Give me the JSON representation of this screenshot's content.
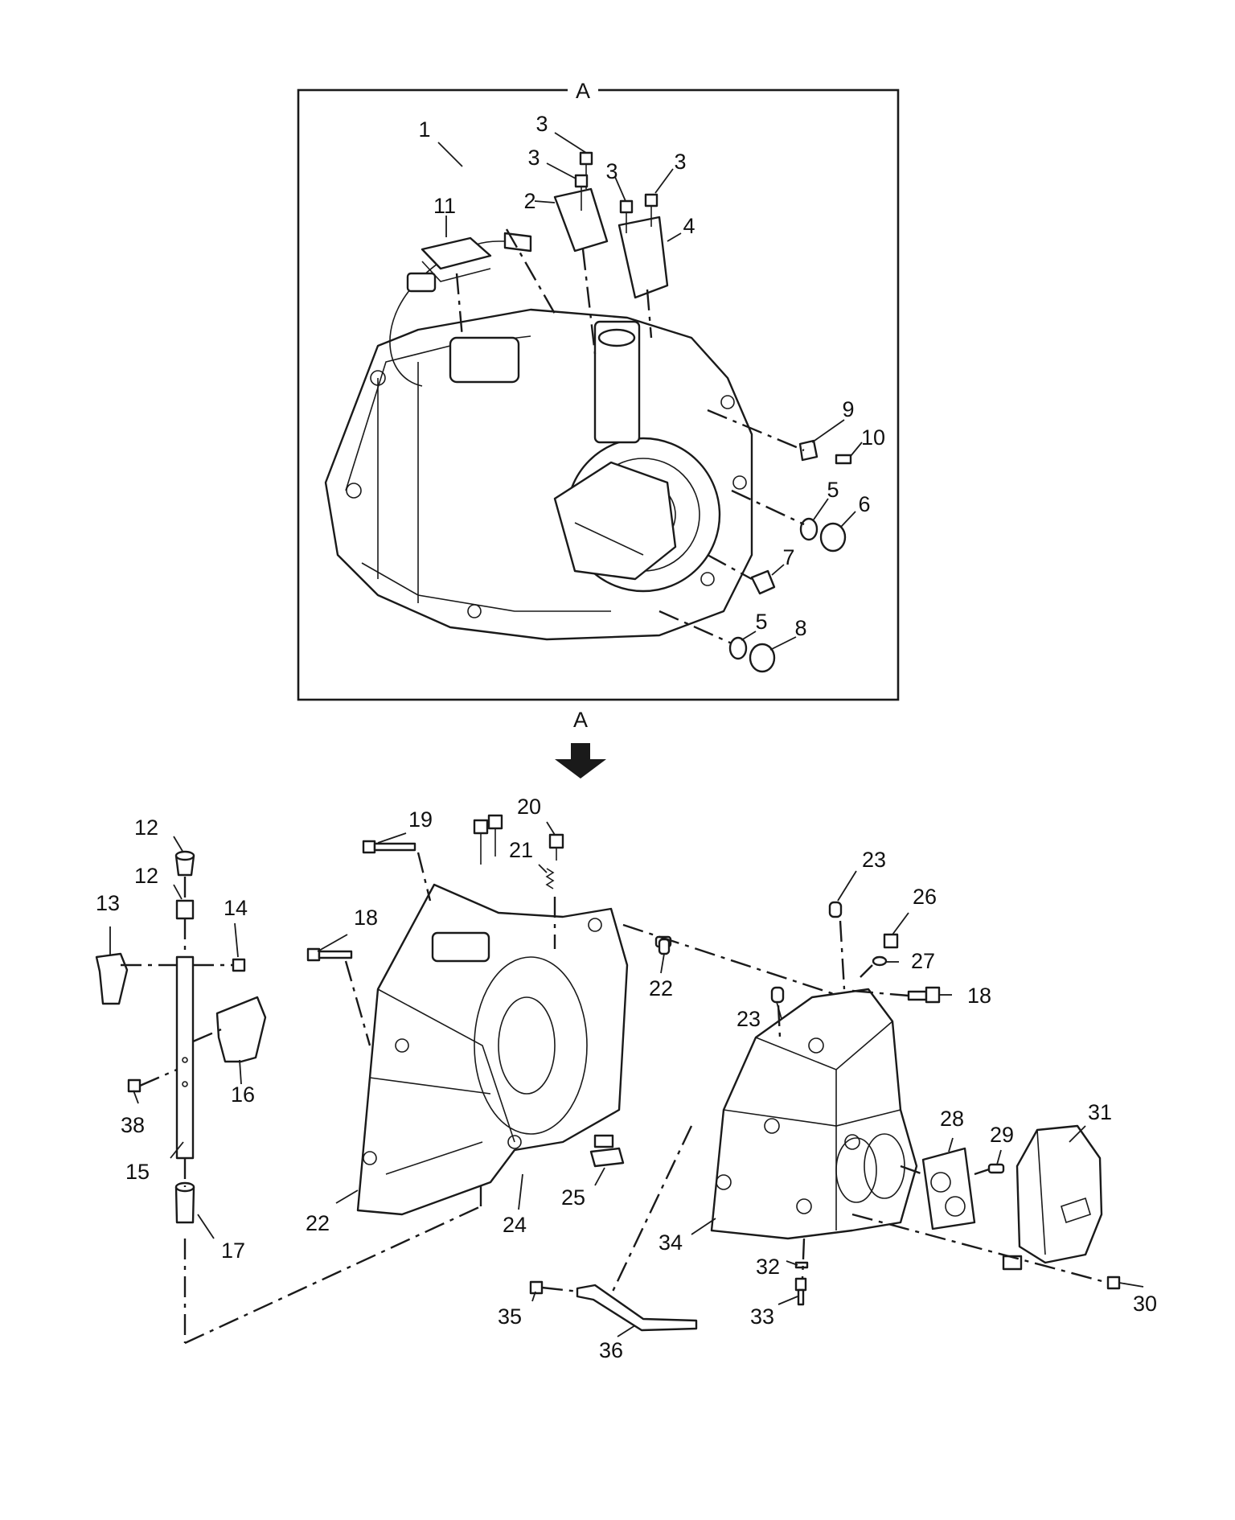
{
  "view_labels": {
    "top": "A",
    "bottom": "A"
  },
  "callouts": [
    {
      "key": "c1",
      "text": "1"
    },
    {
      "key": "c2",
      "text": "2"
    },
    {
      "key": "c3a",
      "text": "3"
    },
    {
      "key": "c3b",
      "text": "3"
    },
    {
      "key": "c3c",
      "text": "3"
    },
    {
      "key": "c3d",
      "text": "3"
    },
    {
      "key": "c4",
      "text": "4"
    },
    {
      "key": "c5a",
      "text": "5"
    },
    {
      "key": "c5b",
      "text": "5"
    },
    {
      "key": "c6",
      "text": "6"
    },
    {
      "key": "c7",
      "text": "7"
    },
    {
      "key": "c8",
      "text": "8"
    },
    {
      "key": "c9",
      "text": "9"
    },
    {
      "key": "c10",
      "text": "10"
    },
    {
      "key": "c11",
      "text": "11"
    },
    {
      "key": "c12a",
      "text": "12"
    },
    {
      "key": "c12b",
      "text": "12"
    },
    {
      "key": "c13",
      "text": "13"
    },
    {
      "key": "c14",
      "text": "14"
    },
    {
      "key": "c15",
      "text": "15"
    },
    {
      "key": "c16",
      "text": "16"
    },
    {
      "key": "c17",
      "text": "17"
    },
    {
      "key": "c18a",
      "text": "18"
    },
    {
      "key": "c18b",
      "text": "18"
    },
    {
      "key": "c19",
      "text": "19"
    },
    {
      "key": "c20",
      "text": "20"
    },
    {
      "key": "c21",
      "text": "21"
    },
    {
      "key": "c22a",
      "text": "22"
    },
    {
      "key": "c22b",
      "text": "22"
    },
    {
      "key": "c23a",
      "text": "23"
    },
    {
      "key": "c23b",
      "text": "23"
    },
    {
      "key": "c24",
      "text": "24"
    },
    {
      "key": "c25",
      "text": "25"
    },
    {
      "key": "c26",
      "text": "26"
    },
    {
      "key": "c27",
      "text": "27"
    },
    {
      "key": "c28",
      "text": "28"
    },
    {
      "key": "c29",
      "text": "29"
    },
    {
      "key": "c30",
      "text": "30"
    },
    {
      "key": "c31",
      "text": "31"
    },
    {
      "key": "c32",
      "text": "32"
    },
    {
      "key": "c33",
      "text": "33"
    },
    {
      "key": "c34",
      "text": "34"
    },
    {
      "key": "c35",
      "text": "35"
    },
    {
      "key": "c36",
      "text": "36"
    },
    {
      "key": "c38",
      "text": "38"
    }
  ]
}
